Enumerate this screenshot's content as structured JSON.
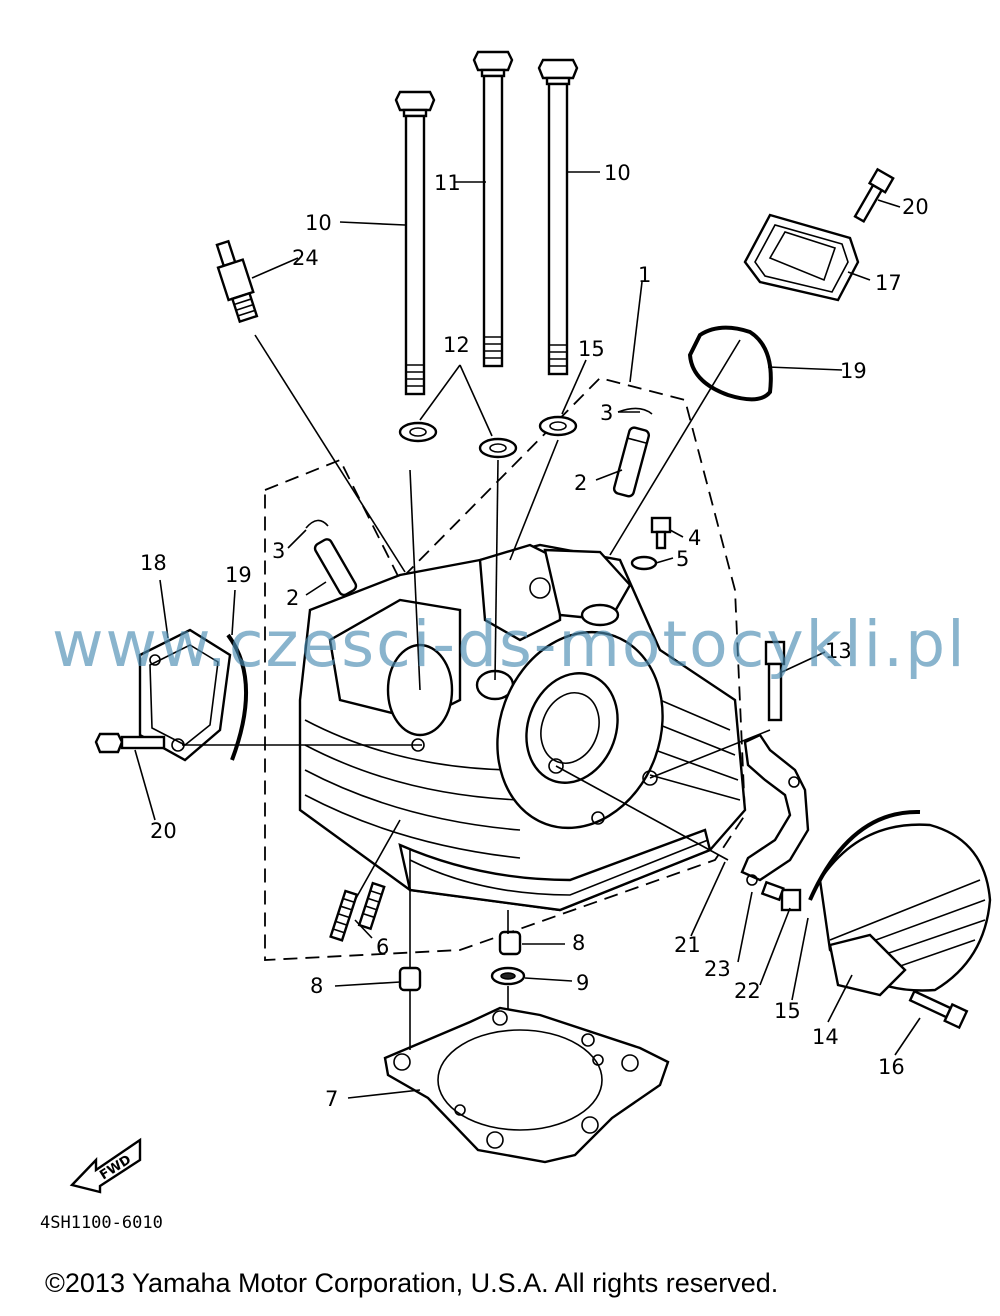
{
  "diagram": {
    "code": "4SH1100-6010",
    "copyright": "©2013 Yamaha Motor Corporation, U.S.A. All rights reserved.",
    "watermark": "www.czesci-ds-motocykli.pl",
    "fwd_label": "FWD",
    "callouts": {
      "p1": "1",
      "p2a": "2",
      "p2b": "2",
      "p3a": "3",
      "p3b": "3",
      "p4": "4",
      "p5": "5",
      "p6": "6",
      "p7": "7",
      "p8a": "8",
      "p8b": "8",
      "p9": "9",
      "p10a": "10",
      "p10b": "10",
      "p11": "11",
      "p12": "12",
      "p13": "13",
      "p14": "14",
      "p15a": "15",
      "p15b": "15",
      "p16": "16",
      "p17": "17",
      "p18": "18",
      "p19a": "19",
      "p19b": "19",
      "p20a": "20",
      "p20b": "20",
      "p21": "21",
      "p22": "22",
      "p23": "23",
      "p24": "24"
    }
  }
}
